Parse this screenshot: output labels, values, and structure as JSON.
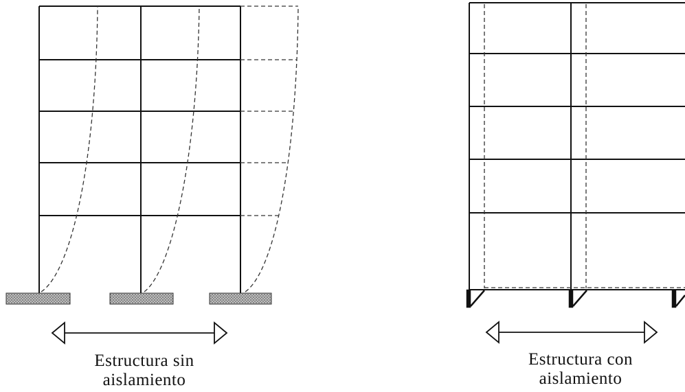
{
  "figure": {
    "left_caption": {
      "line1": "Estructura sin",
      "line2": "aislamiento"
    },
    "right_caption": {
      "line1": "Estructura con",
      "line2": "aislamiento"
    }
  },
  "colors": {
    "frame_line": "#111111",
    "deformed_line": "#333333",
    "foundation_hatch": "#8a8a8a",
    "background": "#ffffff"
  },
  "icons": [
    "double-arrow-icon",
    "foundation-block-icon",
    "isolator-icon"
  ]
}
